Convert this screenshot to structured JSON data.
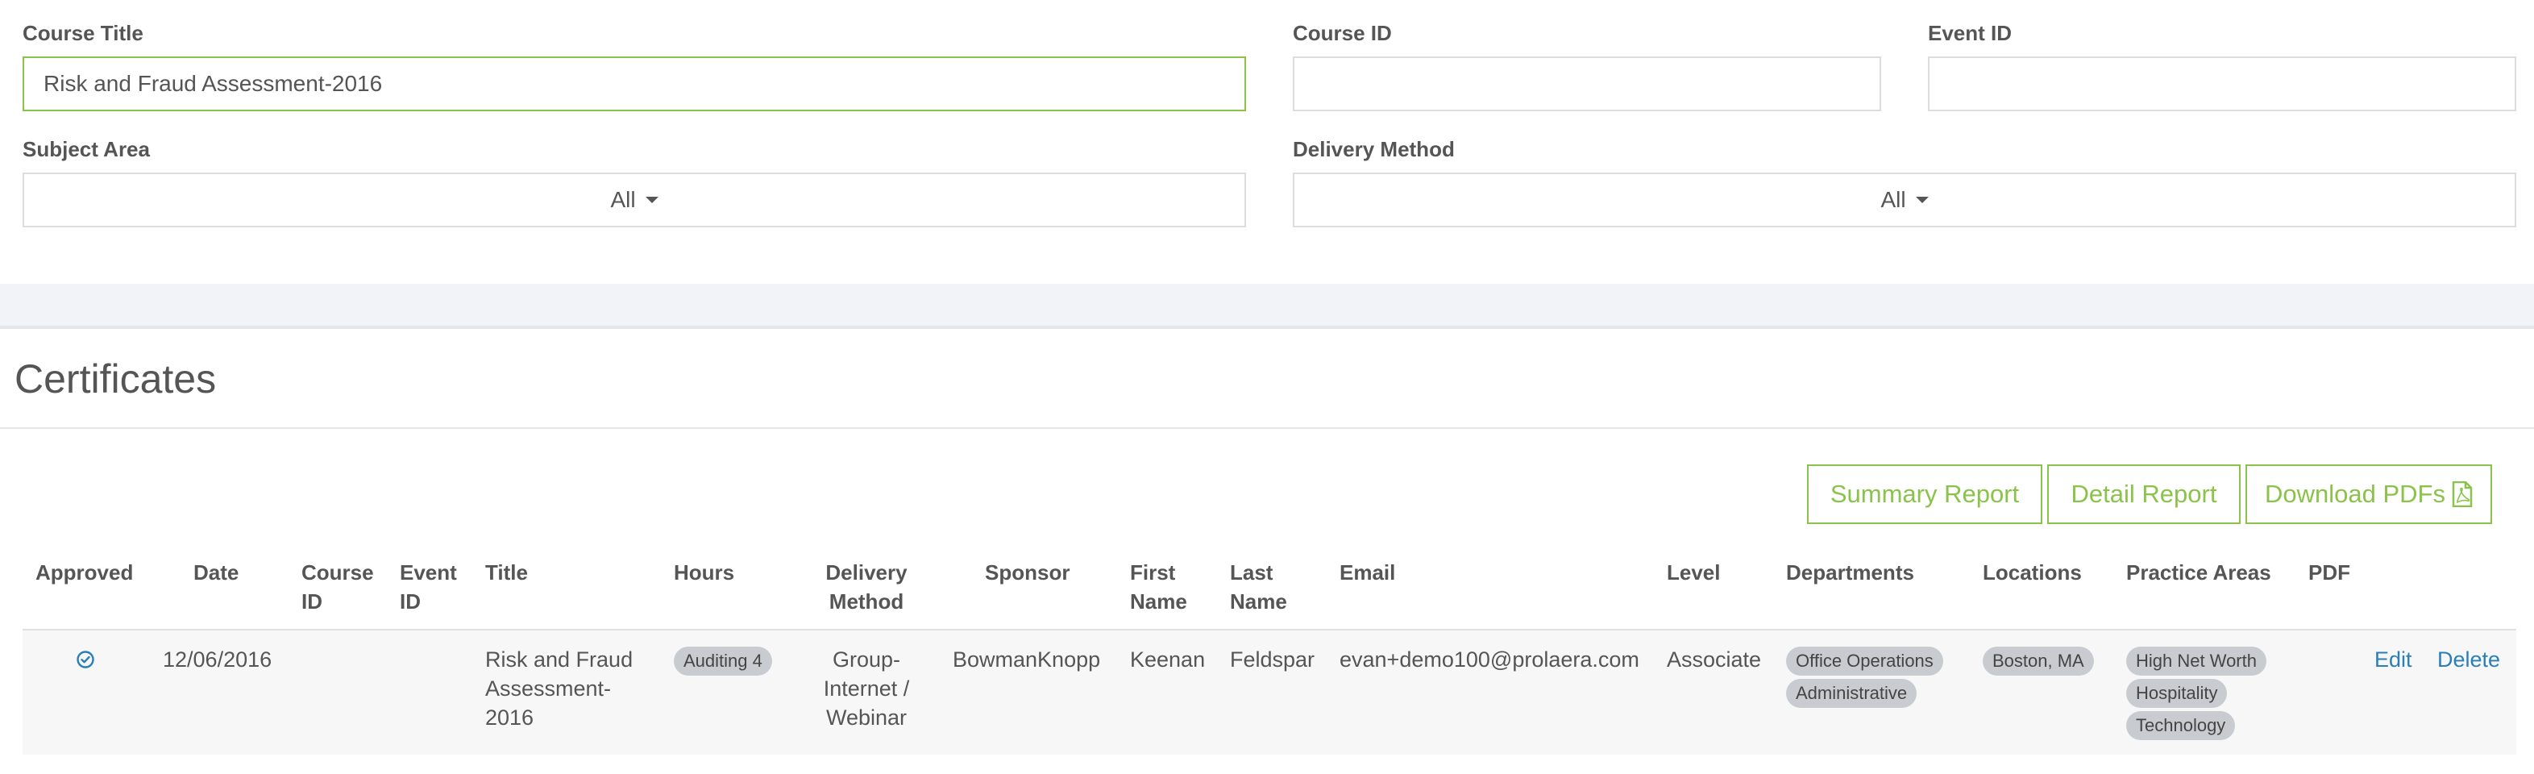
{
  "filters": {
    "course_title": {
      "label": "Course Title",
      "value": "Risk and Fraud Assessment-2016"
    },
    "course_id": {
      "label": "Course ID",
      "value": ""
    },
    "event_id": {
      "label": "Event ID",
      "value": ""
    },
    "subject_area": {
      "label": "Subject Area",
      "value": "All"
    },
    "delivery_method": {
      "label": "Delivery Method",
      "value": "All"
    }
  },
  "certificates": {
    "title": "Certificates",
    "buttons": {
      "summary": "Summary Report",
      "detail": "Detail Report",
      "download": "Download PDFs"
    },
    "columns": {
      "approved": "Approved",
      "date": "Date",
      "course_id": "Course ID",
      "event_id": "Event ID",
      "title": "Title",
      "hours": "Hours",
      "delivery_method": "Delivery Method",
      "sponsor": "Sponsor",
      "first_name": "First Name",
      "last_name": "Last Name",
      "email": "Email",
      "level": "Level",
      "departments": "Departments",
      "locations": "Locations",
      "practice_areas": "Practice Areas",
      "pdf": "PDF"
    },
    "rows": [
      {
        "approved_icon": "check-circle-icon",
        "date": "12/06/2016",
        "course_id": "",
        "event_id": "",
        "title": "Risk and Fraud Assessment-2016",
        "hours": "Auditing 4",
        "delivery_method": "Group-Internet / Webinar",
        "sponsor": "BowmanKnopp",
        "first_name": "Keenan",
        "last_name": "Feldspar",
        "email": "evan+demo100@prolaera.com",
        "level": "Associate",
        "departments": [
          "Office Operations",
          "Administrative"
        ],
        "locations": [
          "Boston, MA"
        ],
        "practice_areas": [
          "High Net Worth",
          "Hospitality",
          "Technology"
        ],
        "edit": "Edit",
        "delete": "Delete"
      }
    ]
  },
  "colors": {
    "accent": "#8bc34a",
    "link": "#2a7fb8",
    "tag_bg": "#c8ccd1",
    "band_bg": "#f1f3f8"
  }
}
